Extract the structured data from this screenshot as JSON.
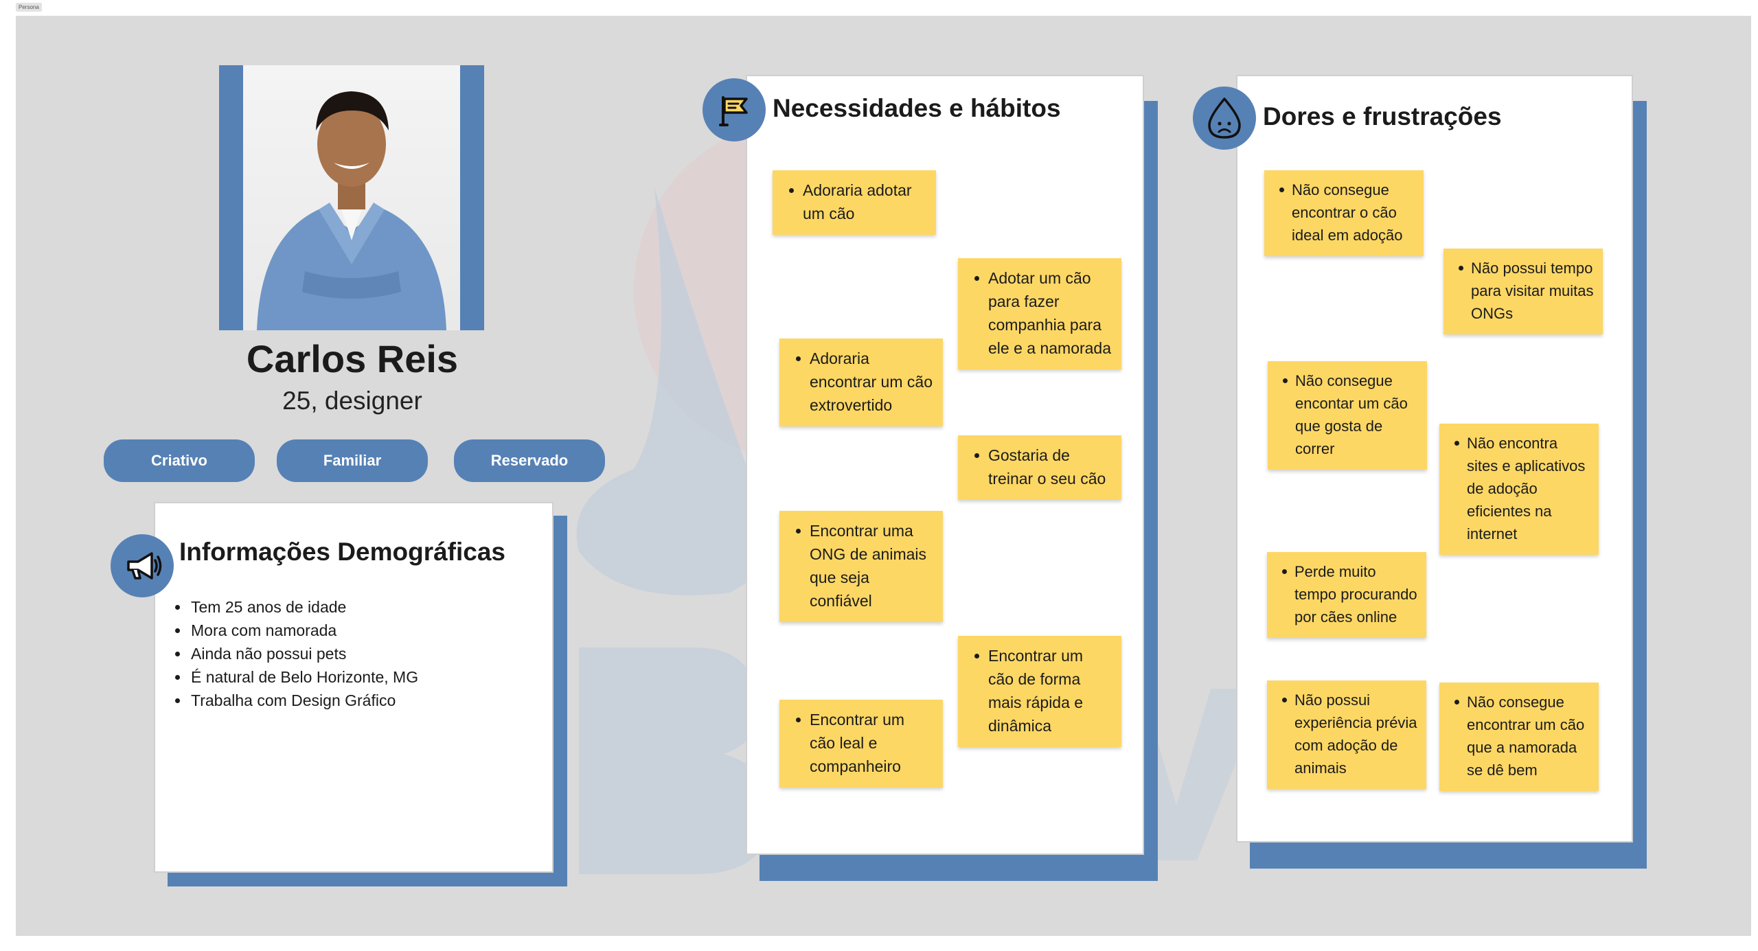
{
  "frame": {
    "label": "Persona"
  },
  "persona": {
    "name": "Carlos Reis",
    "subtitle": "25, designer",
    "photo_icon": "person-photo",
    "traits": [
      "Criativo",
      "Familiar",
      "Reservado"
    ]
  },
  "demographics": {
    "title": "Informações Demográficas",
    "icon": "megaphone-icon",
    "items": [
      "Tem 25 anos de idade",
      "Mora com namorada",
      "Ainda não possui pets",
      "É natural de Belo Horizonte, MG",
      "Trabalha com Design Gráfico"
    ]
  },
  "needs": {
    "title": "Necessidades e hábitos",
    "icon": "flag-icon",
    "notes": [
      "Adoraria adotar um cão",
      "Adotar um cão para fazer companhia para ele e a namorada",
      "Adoraria encontrar um cão extrovertido",
      "Gostaria de treinar o seu cão",
      "Encontrar uma ONG de animais que seja confiável",
      "Encontrar um cão de forma mais rápida e dinâmica",
      "Encontrar um cão leal e companheiro"
    ]
  },
  "pains": {
    "title": "Dores e frustrações",
    "icon": "sad-drop-icon",
    "notes": [
      "Não consegue encontrar o cão ideal em adoção",
      "Não possui tempo para visitar muitas ONGs",
      "Não consegue encontar um cão que gosta de correr",
      "Não encontra sites e aplicativos de adoção eficientes na internet",
      "Perde muito tempo procurando por cães online",
      "Não possui experiência prévia com adoção de animais",
      "Não consegue encontrar um cão que a namorada se dê bem"
    ]
  },
  "colors": {
    "board": "#dadada",
    "accent": "#5681b5",
    "sticky": "#fdd764",
    "panel": "#ffffff"
  }
}
